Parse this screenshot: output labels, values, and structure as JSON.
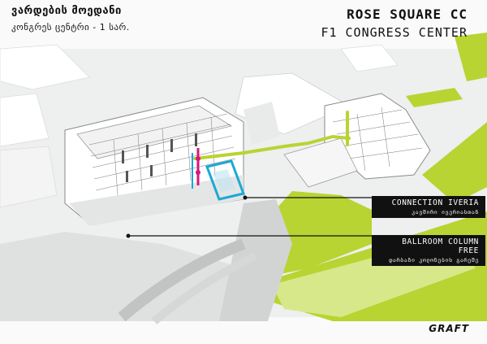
{
  "header": {
    "title_geo": "ვარდების მოედანი",
    "subtitle_geo": "კონგრეს ცენტრი - 1 სარ.",
    "title_en": "ROSE SQUARE CC",
    "subtitle_en": "F1 CONGRESS CENTER"
  },
  "callouts": [
    {
      "en": "CONNECTION IVERIA",
      "geo": "კავშირი ივერიასთან"
    },
    {
      "en": "BALLROOM COLUMN FREE",
      "geo": "დარბაზი კოლონების გარეშე"
    }
  ],
  "logo": "GRAFT",
  "colors": {
    "accent_green": "#b8d432",
    "accent_cyan": "#1aa9d6",
    "accent_magenta": "#d6177a",
    "building_white": "#ffffff",
    "shadow_gray": "#cfd1d1"
  }
}
